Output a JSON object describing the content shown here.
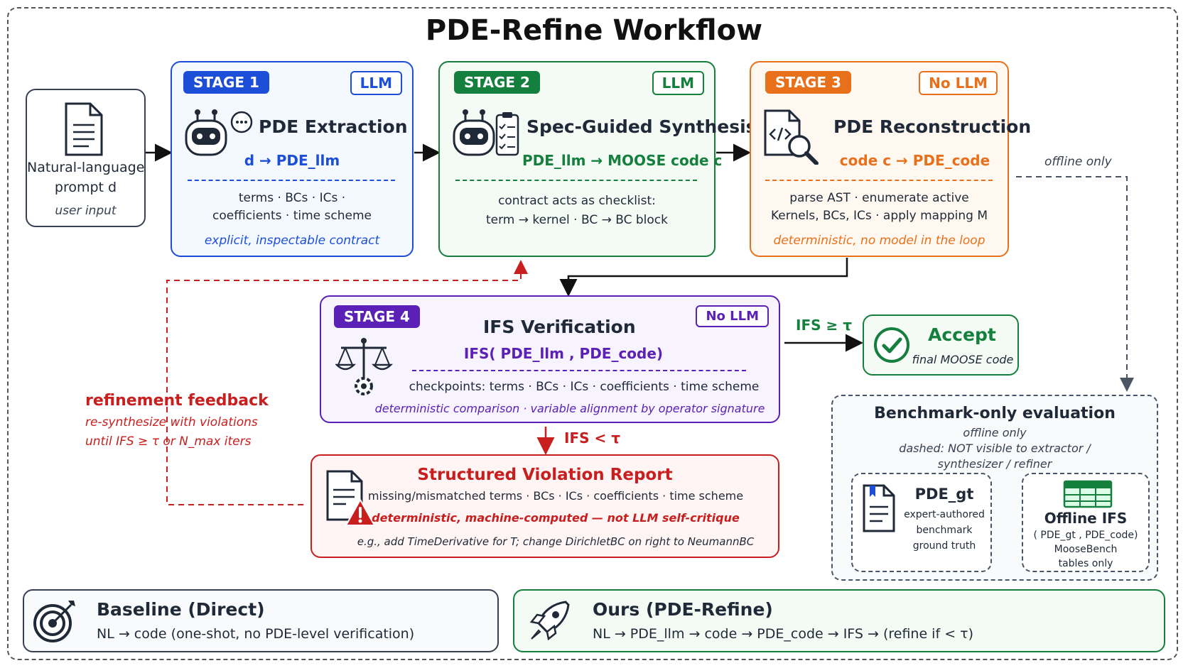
{
  "title": "PDE-Refine Workflow",
  "input": {
    "line1": "Natural-language",
    "line2": "prompt d",
    "note": "user input"
  },
  "stage1": {
    "tag": "STAGE 1",
    "badge": "LLM",
    "title": "PDE Extraction",
    "formula": "d → PDE_llm",
    "line1": "terms · BCs · ICs ·",
    "line2": "coefficients · time scheme",
    "note": "explicit, inspectable contract"
  },
  "stage2": {
    "tag": "STAGE 2",
    "badge": "LLM",
    "title": "Spec-Guided Synthesis",
    "formula": "PDE_llm → MOOSE code c",
    "line1": "contract acts as checklist:",
    "line2": "term → kernel · BC → BC block"
  },
  "stage3": {
    "tag": "STAGE 3",
    "badge": "No LLM",
    "title": "PDE Reconstruction",
    "formula": "code c → PDE_code",
    "line1": "parse AST · enumerate active",
    "line2": "Kernels, BCs, ICs · apply mapping M",
    "note": "deterministic, no model in the loop"
  },
  "offline_label": "offline only",
  "stage4": {
    "tag": "STAGE 4",
    "badge": "No LLM",
    "title": "IFS Verification",
    "formula": "IFS( PDE_llm , PDE_code)",
    "line1": "checkpoints: terms · BCs · ICs · coefficients · time scheme",
    "note": "deterministic comparison · variable alignment by operator signature"
  },
  "accept": {
    "edge_label": "IFS ≥ τ",
    "title": "Accept",
    "sub": "final MOOSE code"
  },
  "fail_label": "IFS < τ",
  "feedback": {
    "title": "refinement feedback",
    "line1": "re-synthesize with violations",
    "line2": "until IFS ≥ τ or N_max iters"
  },
  "report": {
    "title": "Structured Violation Report",
    "line1": "missing/mismatched terms · BCs · ICs · coefficients · time scheme",
    "line2": "deterministic, machine-computed — not LLM self-critique",
    "line3": "e.g., add TimeDerivative for T; change DirichletBC on right to NeumannBC"
  },
  "bench": {
    "title": "Benchmark-only evaluation",
    "sub1": "offline only",
    "sub2": "dashed: NOT visible to extractor /",
    "sub3": "synthesizer / refiner",
    "gt": {
      "title": "PDE_gt",
      "l1": "expert-authored",
      "l2": "benchmark",
      "l3": "ground truth"
    },
    "ifs": {
      "title": "Offline IFS",
      "l1": "( PDE_gt , PDE_code)",
      "l2": "MooseBench",
      "l3": "tables only"
    }
  },
  "baseline": {
    "title": "Baseline (Direct)",
    "line": "NL → code (one-shot, no PDE-level verification)"
  },
  "ours": {
    "title": "Ours (PDE-Refine)",
    "line": "NL → PDE_llm → code → PDE_code → IFS → (refine if < τ)"
  },
  "colors": {
    "blue": "#1d4ed8",
    "green": "#15803d",
    "orange": "#e8701a",
    "purple": "#5b21b6",
    "red": "#c81e1e",
    "slate": "#374151"
  }
}
